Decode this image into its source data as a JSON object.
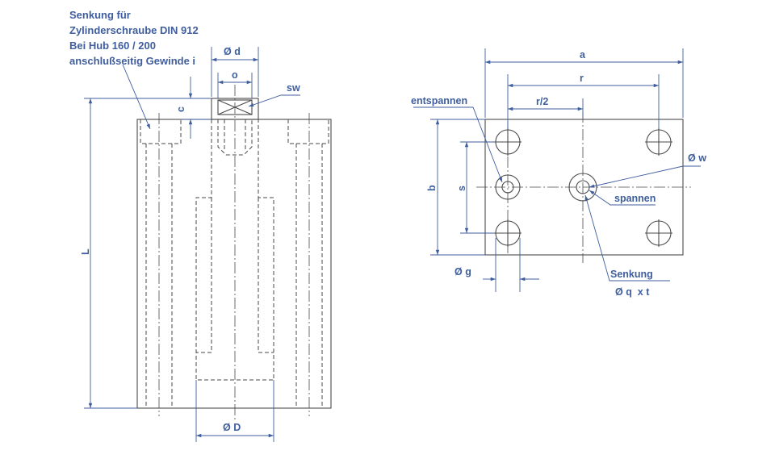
{
  "note": {
    "line1": "Senkung für",
    "line2": "Zylinderschraube DIN 912",
    "line3": "Bei Hub 160 / 200",
    "line4": "anschlußseitig Gewinde i"
  },
  "side_view": {
    "dia_d": "Ø d",
    "o": "o",
    "sw": "sw",
    "c": "c",
    "L": "L",
    "dia_D": "Ø D"
  },
  "top_view": {
    "a": "a",
    "r": "r",
    "r_half": "r/2",
    "entspannen": "entspannen",
    "dia_w": "Ø w",
    "b": "b",
    "s": "s",
    "spannen": "spannen",
    "dia_g": "Ø g",
    "senkung": "Senkung",
    "dia_q_xt": "Ø q  x t"
  },
  "colors": {
    "annotation": "#3f5e9e",
    "part_line": "#4a4a4a"
  }
}
